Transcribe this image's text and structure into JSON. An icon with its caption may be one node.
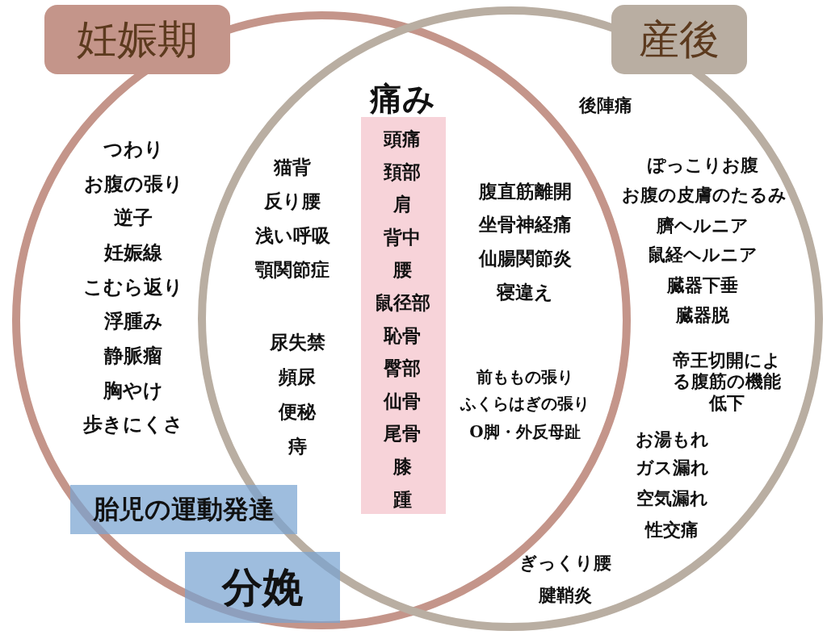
{
  "diagram": {
    "nodes": [
      {
        "text": [
          "妊娠期"
        ]
      },
      {
        "text": [
          "産後"
        ]
      },
      {
        "text": [
          "痛み",
          "頭痛",
          "頚部",
          "肩",
          "背中",
          "腰",
          "鼠径部",
          "恥骨",
          "臀部",
          "仙骨",
          "尾骨",
          "膝",
          "踵"
        ]
      },
      {
        "text": [
          "胎児の運動発達"
        ]
      },
      {
        "text": [
          "分娩"
        ]
      }
    ],
    "labels": [
      "つわり",
      "お腹の張り",
      "逆子",
      "妊娠線",
      "こむら返り",
      "浮腫み",
      "静脈瘤",
      "胸やけ",
      "歩きにくさ",
      "猫背",
      "反り腰",
      "浅い呼吸",
      "顎関節症",
      "尿失禁",
      "頻尿",
      "便秘",
      "痔",
      "腹直筋離開",
      "坐骨神経痛",
      "仙腸関節炎",
      "寝違え",
      "前ももの張り",
      "ふくらはぎの張り",
      "O脚・外反母趾",
      "後陣痛",
      "ぽっこりお腹",
      "お腹の皮膚のたるみ",
      "臍ヘルニア",
      "鼠経ヘルニア",
      "臓器下垂",
      "臓器脱",
      "帝王切開による腹筋の機能低下",
      "お湯もれ",
      "ガス漏れ",
      "空気漏れ",
      "性交痛",
      "ぎっくり腰",
      "腱鞘炎"
    ]
  }
}
